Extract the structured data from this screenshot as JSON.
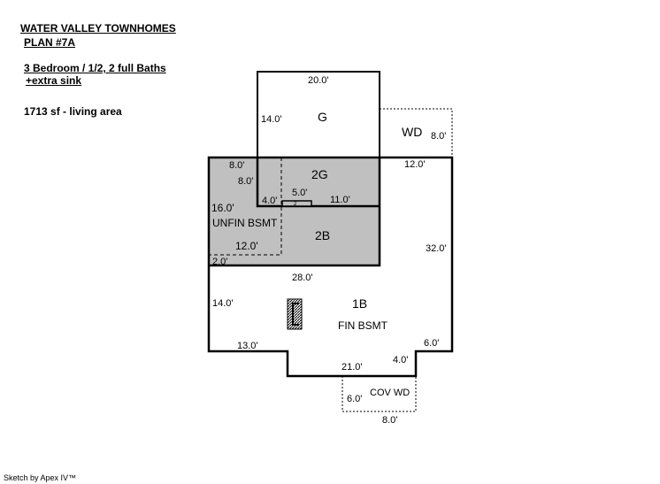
{
  "header": {
    "title": "WATER VALLEY TOWNHOMES",
    "plan": "PLAN #7A",
    "bedrooms": "3 Bedroom  /  1/2, 2 full Baths",
    "extra": "+extra sink",
    "area": "1713 sf - living area"
  },
  "sketch": {
    "rooms": {
      "g": "G",
      "wd": "WD",
      "g2": "2G",
      "unfin": "UNFIN BSMT",
      "b2": "2B",
      "b1": "1B",
      "fin": "FIN BSMT",
      "covwd": "COV WD",
      "small": "2"
    },
    "dims": {
      "g_top": "20.0'",
      "g_left": "14.0'",
      "wd_right": "8.0'",
      "wd_bottom": "12.0'",
      "u_top": "8.0'",
      "u_inner": "8.0'",
      "g2_step": "4.0'",
      "g2_notch": "5.0'",
      "g2_bottom": "11.0'",
      "u_left": "16.0'",
      "u_bottom": "12.0'",
      "u_corner": "2.0'",
      "right": "32.0'",
      "mid": "28.0'",
      "left": "14.0'",
      "bl": "13.0'",
      "br": "6.0'",
      "bottom": "21.0'",
      "step": "4.0'",
      "cov_left": "6.0'",
      "cov_bottom": "8.0'"
    },
    "colors": {
      "unfinished": "#c0c0c0"
    }
  },
  "footer": "Sketch by Apex IV™"
}
